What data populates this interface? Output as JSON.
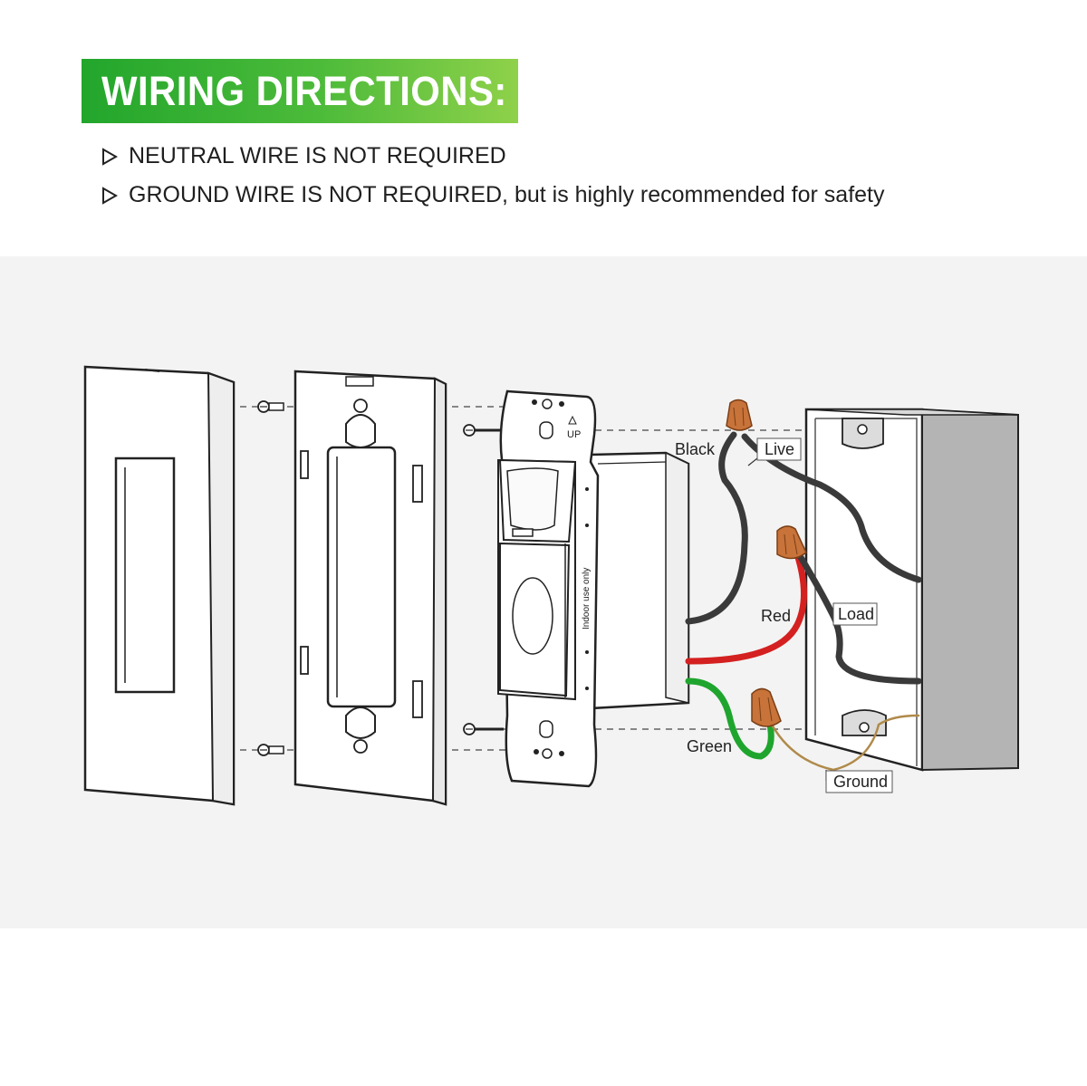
{
  "header": {
    "title": "WIRING DIRECTIONS:",
    "accent_color": "#3cb234"
  },
  "notes": [
    {
      "icon": "triangle-bullet-icon",
      "text": "NEUTRAL WIRE IS NOT REQUIRED"
    },
    {
      "icon": "triangle-bullet-icon",
      "text": "GROUND WIRE IS NOT REQUIRED, but is highly recommended for safety"
    }
  ],
  "diagram": {
    "device_text": {
      "up_marker": "UP",
      "indoor_label": "Indoor use only"
    },
    "wire_labels": {
      "black": "Black",
      "live": "Live",
      "red": "Red",
      "load": "Load",
      "green": "Green",
      "ground": "Ground"
    },
    "wire_colors": {
      "black": "#3a3a3a",
      "red": "#d42020",
      "green": "#1fa52e",
      "ground": "#b08a4a",
      "wire_nut": "#c8733a"
    }
  }
}
